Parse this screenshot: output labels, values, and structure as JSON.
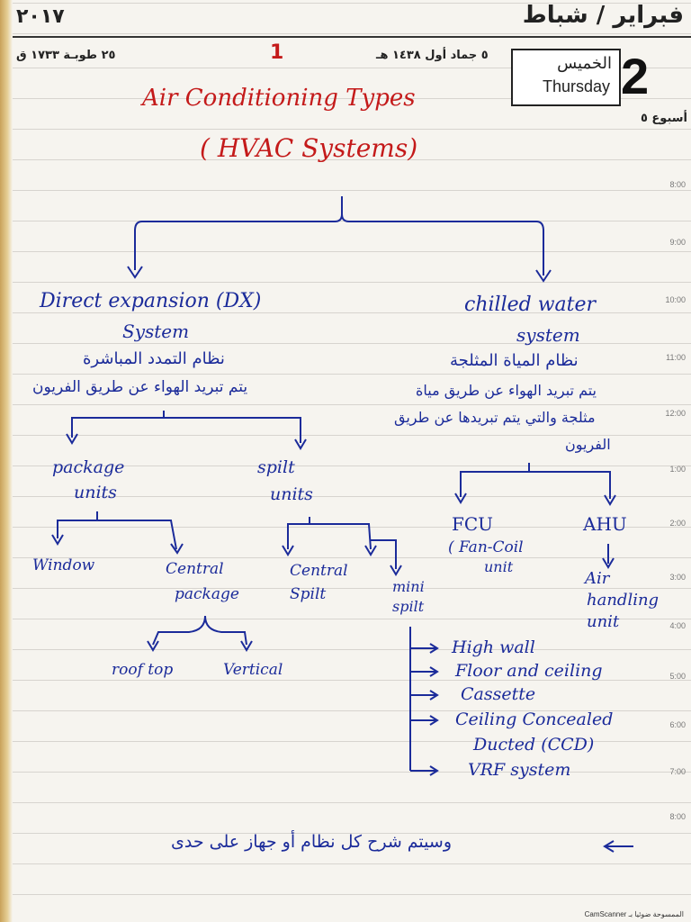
{
  "header": {
    "year": "٢٠١٧",
    "month": "فبراير / شباط",
    "hijri_left": "٢٥ طوبـة ١٧٣٣ ق",
    "hijri_mid": "٥ جماد أول ١٤٣٨ هـ",
    "page_number": "1",
    "day_ar": "الخميس",
    "day_en": "Thursday",
    "day_num": "2",
    "week": "أسبوع ٥"
  },
  "times": [
    "8:00",
    "9:00",
    "10:00",
    "11:00",
    "12:00",
    "1:00",
    "2:00",
    "3:00",
    "4:00",
    "5:00",
    "6:00",
    "7:00",
    "8:00"
  ],
  "title": {
    "line1": "Air Conditioning Types",
    "line2": "( HVAC Systems)"
  },
  "dx": {
    "title1": "Direct expansion (DX)",
    "title2": "System",
    "ar1": "نظام التمدد المباشرة",
    "ar2": "يتم تبريد الهواء عن طريق الفريون",
    "package_title1": "package",
    "package_title2": "units",
    "split_title1": "spilt",
    "split_title2": "units",
    "window": "Window",
    "central_package1": "Central",
    "central_package2": "package",
    "rooftop": "roof top",
    "vertical": "Vertical",
    "central_split1": "Central",
    "central_split2": "Spilt",
    "mini_split1": "mini",
    "mini_split2": "spilt",
    "mini_types": [
      "High wall",
      "Floor and ceiling",
      "Cassette",
      "Ceiling Concealed",
      "Ducted (CCD)",
      "VRF system"
    ]
  },
  "cw": {
    "title1": "chilled water",
    "title2": "system",
    "ar1": "نظام المياة المثلجة",
    "ar2": "يتم تبريد الهواء عن طريق مياة",
    "ar3": "مثلجة والتي يتم تبريدها عن طريق",
    "ar4": "الفريون",
    "fcu": "FCU",
    "fcu_sub1": "( Fan-Coil",
    "fcu_sub2": "unit",
    "ahu": "AHU",
    "ahu_sub1": "Air",
    "ahu_sub2": "handling",
    "ahu_sub3": "unit"
  },
  "footer_note": "وسيتم شرح كل نظام أو جهاز على حدى",
  "scanner": "CamScanner الممسوحة ضوئيا بـ"
}
